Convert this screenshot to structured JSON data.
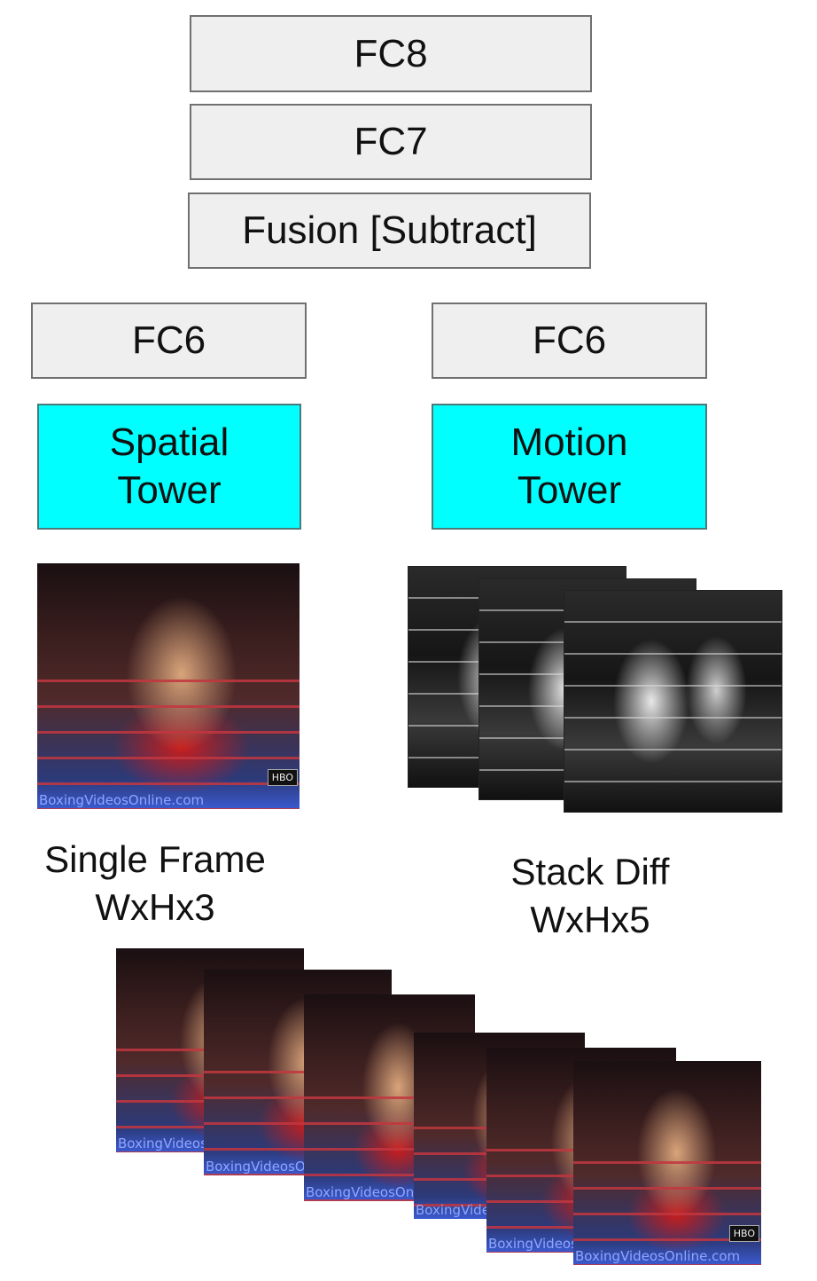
{
  "fusion_stack": {
    "fc8": "FC8",
    "fc7": "FC7",
    "fusion": "Fusion [Subtract]"
  },
  "spatial": {
    "fc6": "FC6",
    "tower": "Spatial Tower",
    "input_label_line1": "Single Frame",
    "input_label_line2": "WxHx3"
  },
  "motion": {
    "fc6": "FC6",
    "tower": "Motion Tower",
    "input_label_line1": "Stack Diff",
    "input_label_line2": "WxHx5"
  },
  "watermark": "BoxingVideosOnline.com",
  "hbo_badge": "HBO",
  "colors": {
    "layer_fill": "#efefef",
    "tower_fill": "#00ffff"
  }
}
